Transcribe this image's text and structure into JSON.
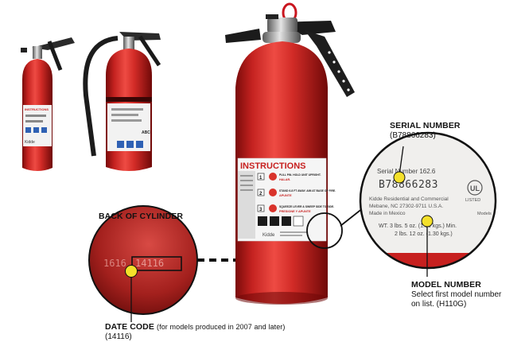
{
  "callouts": {
    "serial": {
      "title": "SERIAL NUMBER",
      "value": "(B78866283)"
    },
    "model": {
      "title": "MODEL NUMBER",
      "line1": "Select first model number",
      "line2": "on list. (H110G)"
    },
    "back": {
      "title": "BACK OF CYLINDER"
    },
    "date": {
      "title": "DATE CODE",
      "note": "(for models produced in 2007 and later)",
      "value": "(14116)"
    }
  },
  "main_label": {
    "instructions": "INSTRUCTIONS",
    "step1": "PULL PIN. HOLD UNIT UPRIGHT.",
    "step1b": "HALAR.",
    "step2": "STAND 6-8 FT AWAY. AIM AT BASE OF FIRE.",
    "step2b": "APUNTE",
    "step3": "SQUEEZE LEVER & SWEEP SIDE TO SIDE.",
    "step3b": "PRESIONE Y APUNTE",
    "brand": "Kidde"
  },
  "small_labels": {
    "instructions": "INSTRUCTIONS",
    "brand": "Kidde",
    "abc": "ABC"
  },
  "zoom_serial": {
    "serial_line": "Serial Number 162.6",
    "serial_big": "B78866283",
    "company": "Kidde Residential and Commercial",
    "address": "Mebane, NC 27302-9711 U.S.A.",
    "made": "Made in Mexico",
    "ul": "UL",
    "listed": "LISTED",
    "wt1": "WT. 3 lbs. 5 oz. (1.50 kgs.) Min.",
    "wt2": "2 lbs. 12 oz. (1.30 kgs.)",
    "models": "Models"
  },
  "zoom_date": {
    "digits_left": "1616",
    "digits_box": "14116"
  },
  "colors": {
    "red": "#c7201f",
    "dark_red": "#7e0c0b",
    "marker": "#f4e02a"
  }
}
